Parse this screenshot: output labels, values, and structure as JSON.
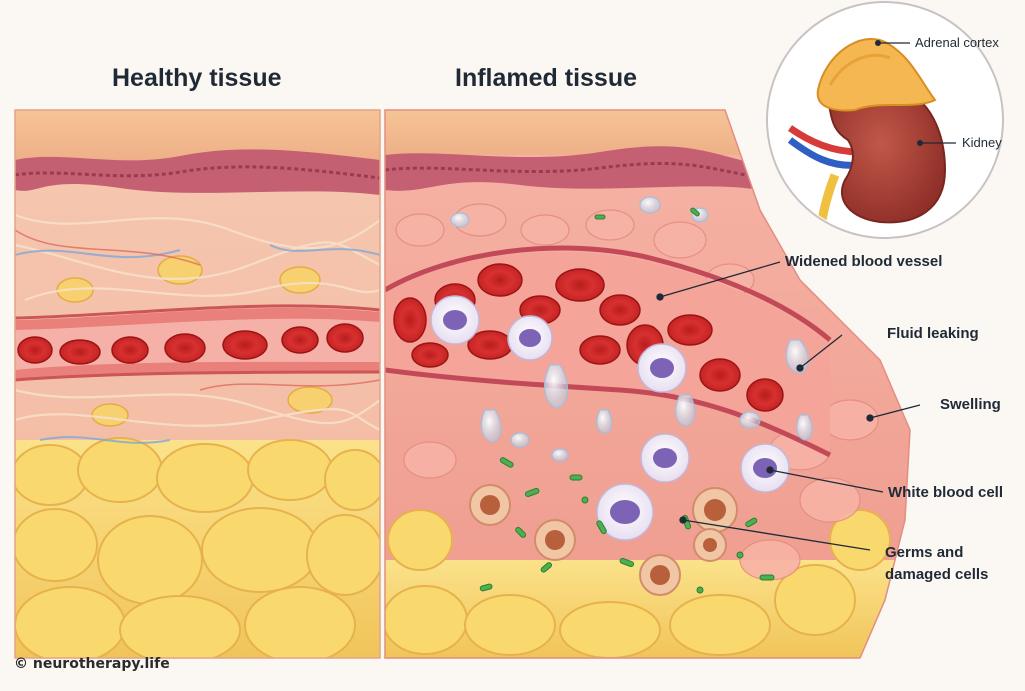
{
  "titles": {
    "healthy": "Healthy tissue",
    "inflamed": "Inflamed tissue"
  },
  "inset": {
    "adrenal_label": "Adrenal cortex",
    "kidney_label": "Kidney"
  },
  "callouts": {
    "vessel": "Widened blood vessel",
    "fluid": "Fluid leaking",
    "swelling": "Swelling",
    "wbc": "White blood cell",
    "germs_line1": "Germs and",
    "germs_line2": "damaged cells"
  },
  "credit": "© neurotherapy.life"
}
